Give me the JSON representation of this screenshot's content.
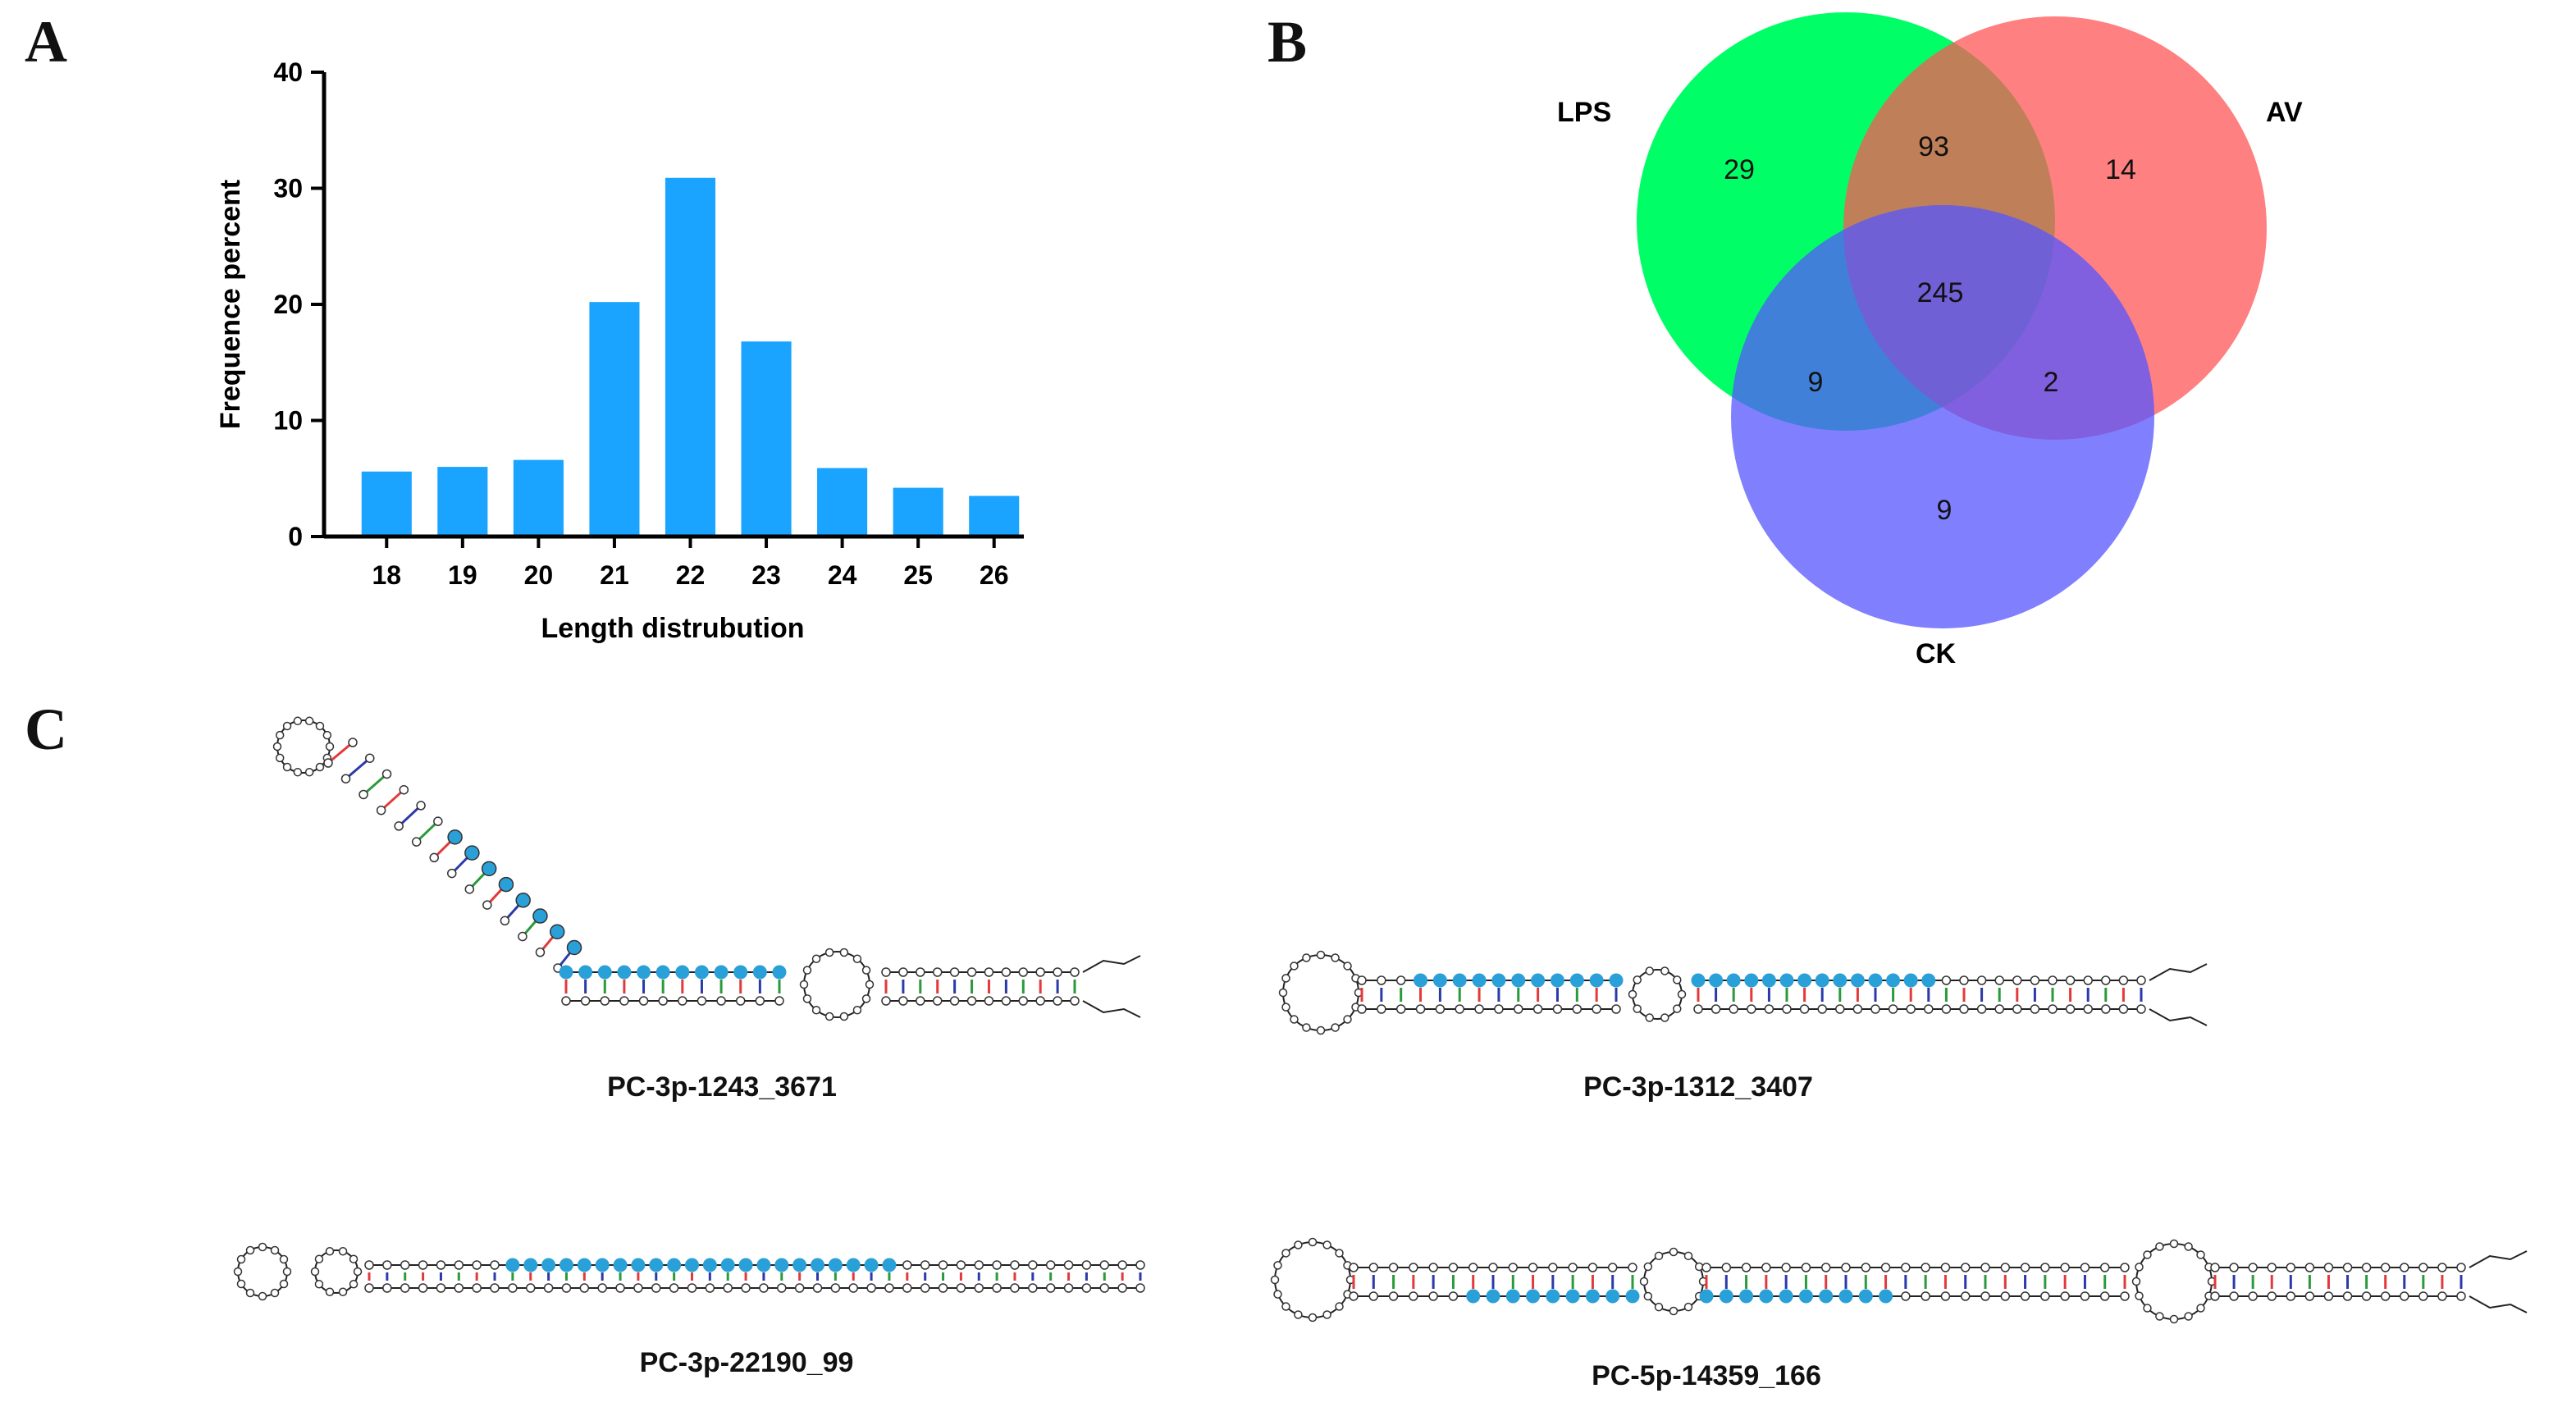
{
  "panels": {
    "a": "A",
    "b": "B",
    "c": "C"
  },
  "chart_data": {
    "type": "bar",
    "categories": [
      "18",
      "19",
      "20",
      "21",
      "22",
      "23",
      "24",
      "25",
      "26"
    ],
    "values": [
      5.6,
      6.0,
      6.6,
      20.2,
      30.9,
      16.8,
      5.9,
      4.2,
      3.5
    ],
    "xlabel": "Length distrubution",
    "ylabel": "Frequence percent",
    "ylim": [
      0,
      40
    ],
    "yticks": [
      "0",
      "10",
      "20",
      "30",
      "40"
    ],
    "bar_color": "#1aa3ff",
    "grid": false
  },
  "venn": {
    "sets": [
      {
        "label": "LPS",
        "color": "#00ff66"
      },
      {
        "label": "AV",
        "color": "#ff6666"
      },
      {
        "label": "CK",
        "color": "#6666ff"
      }
    ],
    "regions": {
      "lps_only": "29",
      "lps_av": "93",
      "av_only": "14",
      "all": "245",
      "lps_ck": "9",
      "av_ck": "2",
      "ck_only": "9"
    }
  },
  "structures": [
    {
      "label": "PC-3p-1243_3671"
    },
    {
      "label": "PC-3p-1312_3407"
    },
    {
      "label": "PC-3p-22190_99"
    },
    {
      "label": "PC-5p-14359_166"
    }
  ],
  "colors": {
    "highlight": "#2aa0d8",
    "pair_red": "#e23a3a",
    "pair_blue": "#2a3aa8",
    "pair_green": "#2a9a3a"
  }
}
